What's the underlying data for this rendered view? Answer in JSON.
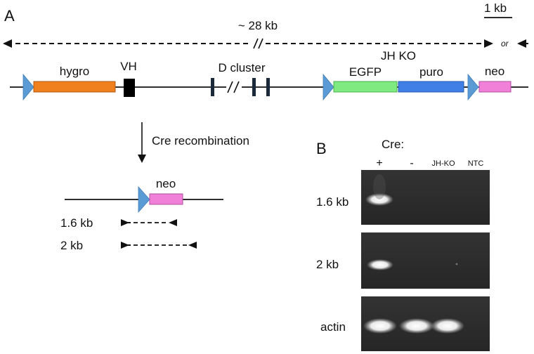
{
  "panel_a": {
    "label": "A",
    "scale_bar": "1 kb",
    "span": "~ 28 kb",
    "span_break": "//",
    "alt_end": "or",
    "construct": {
      "elements": [
        {
          "name": "hygro",
          "color": "#F07F1E"
        },
        {
          "name": "VH",
          "color": "#000000"
        },
        {
          "name": "D cluster",
          "color": "#1b2a3a"
        },
        {
          "name": "EGFP",
          "color": "#7FEA7F"
        },
        {
          "name": "puro",
          "color": "#3F7FE6"
        },
        {
          "name": "neo",
          "color": "#F080D8"
        }
      ],
      "region_label": "JH KO",
      "loxp_color": "#5B9BD5"
    },
    "step": "Cre recombination",
    "product": {
      "element": "neo",
      "pcr_products": [
        "1.6 kb",
        "2 kb"
      ]
    }
  },
  "panel_b": {
    "label": "B",
    "header": "Cre:",
    "lanes": [
      "+",
      "-",
      "JH-KO",
      "NTC"
    ],
    "rows": [
      {
        "label": "1.6 kb",
        "bands": [
          1,
          0,
          0,
          0
        ]
      },
      {
        "label": "2 kb",
        "bands": [
          1,
          0,
          0,
          0
        ]
      },
      {
        "label": "actin",
        "bands": [
          1,
          1,
          1,
          0
        ]
      }
    ],
    "gel_color": "#2e2e2e"
  }
}
